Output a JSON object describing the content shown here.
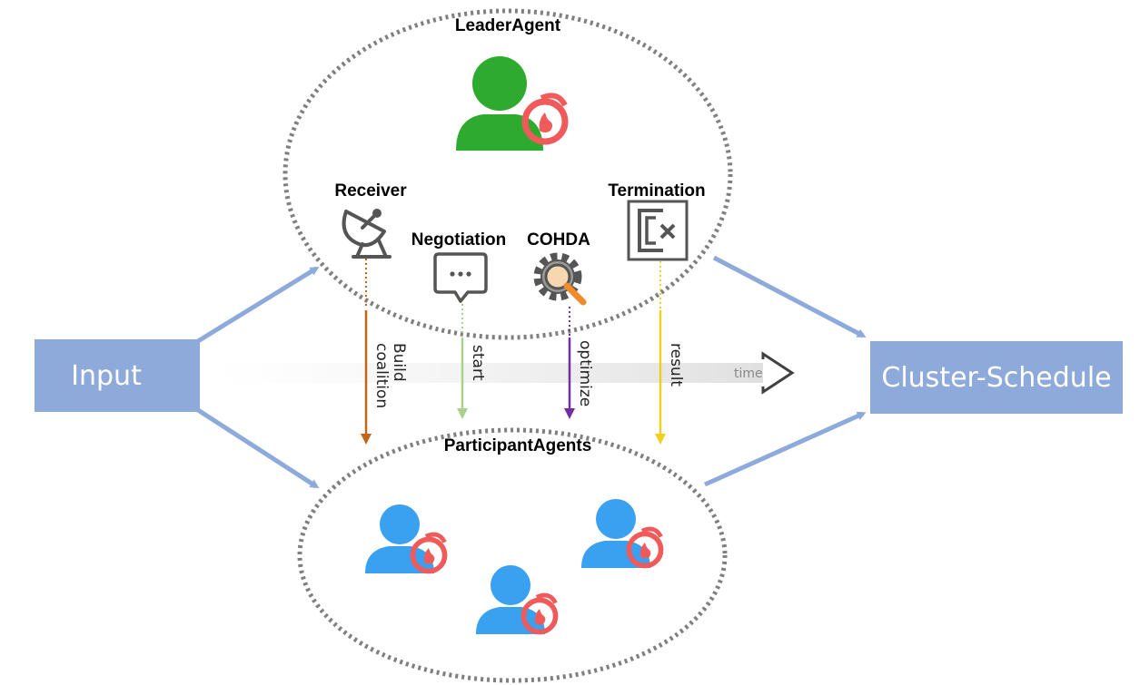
{
  "input_label": "Input",
  "output_label": "Cluster-Schedule",
  "leader_label": "LeaderAgent",
  "participants_label": "ParticipantAgents",
  "components": {
    "receiver": "Receiver",
    "negotiation": "Negotiation",
    "cohda": "COHDA",
    "termination": "Termination"
  },
  "arrows": {
    "build_line1": "Build",
    "build_line2": "coalition",
    "start": "start",
    "optimize": "optimize",
    "result": "result"
  },
  "time_label": "time",
  "colors": {
    "box": "#8eaadb",
    "flow_arrow": "#8eaadb",
    "leader": "#2eaa2e",
    "participant": "#3aa0f0",
    "badge": "#f05a5a",
    "build_arrow": "#c0661a",
    "start_arrow": "#a9d18e",
    "optimize_arrow": "#7030a0",
    "result_arrow": "#f0d020",
    "ellipse_border": "#7f7f7f"
  }
}
